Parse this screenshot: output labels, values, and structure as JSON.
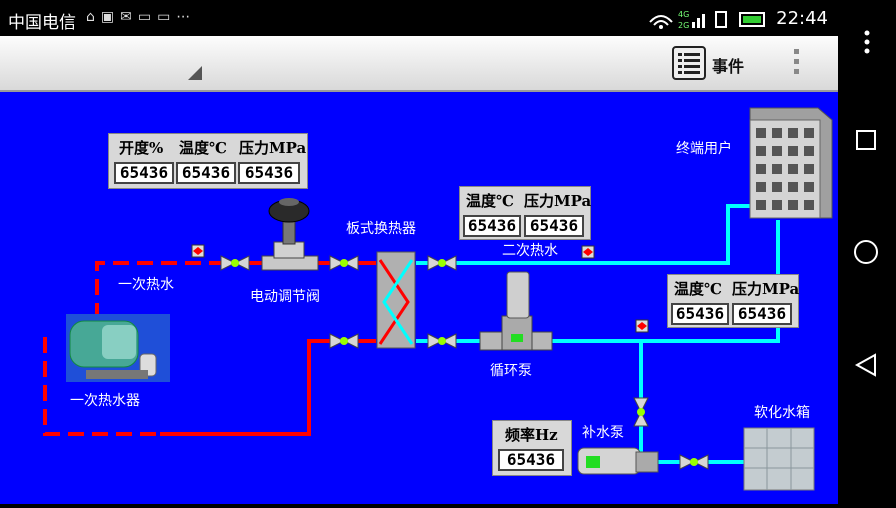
{
  "status_bar": {
    "carrier": "中国电信",
    "time": "22:44",
    "net_badge": "4G/2G"
  },
  "app_bar": {
    "event_label": "事件"
  },
  "scada": {
    "labels": {
      "primary_water": "一次热水",
      "electric_valve": "电动调节阀",
      "plate_exchanger": "板式换热器",
      "secondary_water": "二次热水",
      "end_user": "终端用户",
      "circulation_pump": "循环泵",
      "primary_heater": "一次热水器",
      "makeup_pump": "补水泵",
      "softened_tank": "软化水箱"
    },
    "panels": {
      "valve": {
        "headers": [
          "开度%",
          "温度℃",
          "压力MPa"
        ],
        "values": [
          "65436",
          "65436",
          "65436"
        ]
      },
      "secondary": {
        "headers": [
          "温度℃",
          "压力MPa"
        ],
        "values": [
          "65436",
          "65436"
        ]
      },
      "return": {
        "headers": [
          "温度℃",
          "压力MPa"
        ],
        "values": [
          "65436",
          "65436"
        ]
      },
      "frequency": {
        "headers": [
          "频率Hz"
        ],
        "values": [
          "65436"
        ]
      }
    }
  },
  "colors": {
    "background": "#0000ff",
    "hot_pipe": "#ff0000",
    "cold_pipe": "#00ffff"
  }
}
